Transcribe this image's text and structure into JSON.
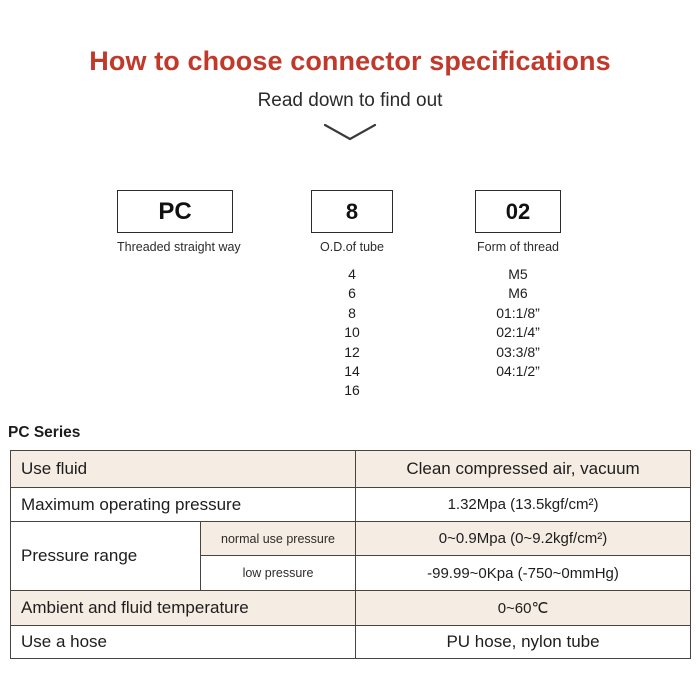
{
  "header": {
    "title": "How to choose connector specifications",
    "subtitle": "Read down to find out",
    "chevron_icon": "chevron-down-icon",
    "title_color": "#c0392b"
  },
  "code_breakdown": {
    "segments": [
      {
        "code": "PC",
        "caption": "Threaded straight way",
        "options": []
      },
      {
        "code": "8",
        "caption": "O.D.of tube",
        "options": [
          "4",
          "6",
          "8",
          "10",
          "12",
          "14",
          "16"
        ]
      },
      {
        "code": "02",
        "caption": "Form of thread",
        "options": [
          "M5",
          "M6",
          "01:1/8”",
          "02:1/4”",
          "03:3/8”",
          "04:1/2”"
        ]
      }
    ]
  },
  "series": {
    "label": "PC Series"
  },
  "spec_table": {
    "rows": [
      {
        "label": "Use fluid",
        "value": "Clean compressed air, vacuum",
        "shaded": true
      },
      {
        "label": "Maximum operating pressure",
        "value": "1.32Mpa  (13.5kgf/cm²)",
        "shaded": false
      },
      {
        "label": "Pressure range",
        "sub_label": "normal use pressure",
        "value": "0~0.9Mpa  (0~9.2kgf/cm²)",
        "shaded": true
      },
      {
        "label": "",
        "sub_label": "low pressure",
        "value": "-99.99~0Kpa  (-750~0mmHg)",
        "shaded": false
      },
      {
        "label": "Ambient and fluid temperature",
        "value": "0~60℃",
        "shaded": true
      },
      {
        "label": "Use a hose",
        "value": "PU hose, nylon tube",
        "shaded": false
      }
    ],
    "border_color": "#4a4440",
    "shade_color": "#f5ece3"
  }
}
